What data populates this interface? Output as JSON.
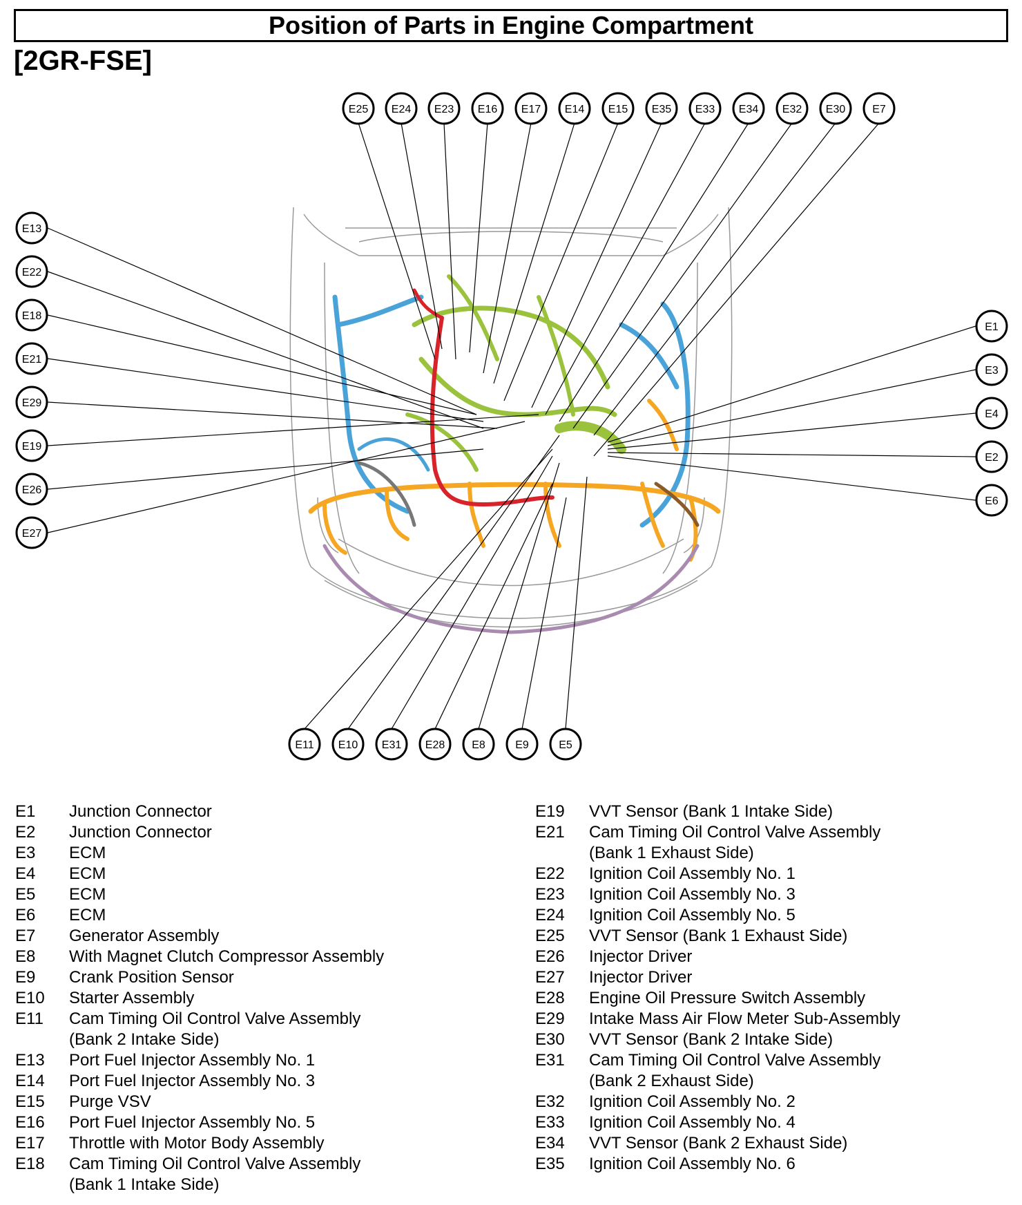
{
  "header": {
    "title": "Position of Parts in Engine Compartment",
    "engine_code": "[2GR-FSE]"
  },
  "callouts": {
    "top": [
      "E25",
      "E24",
      "E23",
      "E16",
      "E17",
      "E14",
      "E15",
      "E35",
      "E33",
      "E34",
      "E32",
      "E30",
      "E7"
    ],
    "left": [
      "E13",
      "E22",
      "E18",
      "E21",
      "E29",
      "E19",
      "E26",
      "E27"
    ],
    "right": [
      "E1",
      "E3",
      "E4",
      "E2",
      "E6"
    ],
    "bottom": [
      "E11",
      "E10",
      "E31",
      "E28",
      "E8",
      "E9",
      "E5"
    ]
  },
  "legend_left": [
    {
      "code": "E1",
      "desc": "Junction Connector"
    },
    {
      "code": "E2",
      "desc": "Junction Connector"
    },
    {
      "code": "E3",
      "desc": "ECM"
    },
    {
      "code": "E4",
      "desc": "ECM"
    },
    {
      "code": "E5",
      "desc": "ECM"
    },
    {
      "code": "E6",
      "desc": "ECM"
    },
    {
      "code": "E7",
      "desc": "Generator Assembly"
    },
    {
      "code": "E8",
      "desc": "With Magnet Clutch Compressor Assembly"
    },
    {
      "code": "E9",
      "desc": "Crank Position Sensor"
    },
    {
      "code": "E10",
      "desc": "Starter Assembly"
    },
    {
      "code": "E11",
      "desc": "Cam Timing Oil Control Valve Assembly"
    },
    {
      "code": "",
      "desc": "(Bank 2 Intake Side)"
    },
    {
      "code": "E13",
      "desc": "Port Fuel Injector Assembly No. 1"
    },
    {
      "code": "E14",
      "desc": "Port Fuel Injector Assembly No. 3"
    },
    {
      "code": "E15",
      "desc": "Purge VSV"
    },
    {
      "code": "E16",
      "desc": "Port Fuel Injector Assembly No. 5"
    },
    {
      "code": "E17",
      "desc": "Throttle with Motor Body Assembly"
    },
    {
      "code": "E18",
      "desc": "Cam Timing Oil Control Valve Assembly"
    },
    {
      "code": "",
      "desc": "(Bank 1 Intake Side)"
    }
  ],
  "legend_right": [
    {
      "code": "E19",
      "desc": "VVT Sensor (Bank 1 Intake Side)"
    },
    {
      "code": "E21",
      "desc": "Cam Timing Oil Control Valve Assembly"
    },
    {
      "code": "",
      "desc": "(Bank 1 Exhaust Side)"
    },
    {
      "code": "E22",
      "desc": "Ignition Coil Assembly No. 1"
    },
    {
      "code": "E23",
      "desc": "Ignition Coil Assembly No. 3"
    },
    {
      "code": "E24",
      "desc": "Ignition Coil Assembly No. 5"
    },
    {
      "code": "E25",
      "desc": "VVT Sensor (Bank 1 Exhaust Side)"
    },
    {
      "code": "E26",
      "desc": "Injector Driver"
    },
    {
      "code": "E27",
      "desc": "Injector Driver"
    },
    {
      "code": "E28",
      "desc": "Engine Oil Pressure Switch Assembly"
    },
    {
      "code": "E29",
      "desc": "Intake Mass Air Flow Meter Sub-Assembly"
    },
    {
      "code": "E30",
      "desc": "VVT Sensor (Bank 2 Intake Side)"
    },
    {
      "code": "E31",
      "desc": "Cam Timing Oil Control Valve Assembly"
    },
    {
      "code": "",
      "desc": "(Bank 2 Exhaust Side)"
    },
    {
      "code": "E32",
      "desc": "Ignition Coil Assembly No. 2"
    },
    {
      "code": "E33",
      "desc": "Ignition Coil Assembly No. 4"
    },
    {
      "code": "E34",
      "desc": "VVT Sensor (Bank 2 Exhaust Side)"
    },
    {
      "code": "E35",
      "desc": "Ignition Coil Assembly No. 6"
    }
  ],
  "colors": {
    "green_harness": "#9bc23c",
    "blue_harness": "#4aa3d8",
    "orange_harness": "#f5a623",
    "red_harness": "#d8232a",
    "purple_harness": "#a98bb0",
    "brown_harness": "#8b5a2b"
  }
}
